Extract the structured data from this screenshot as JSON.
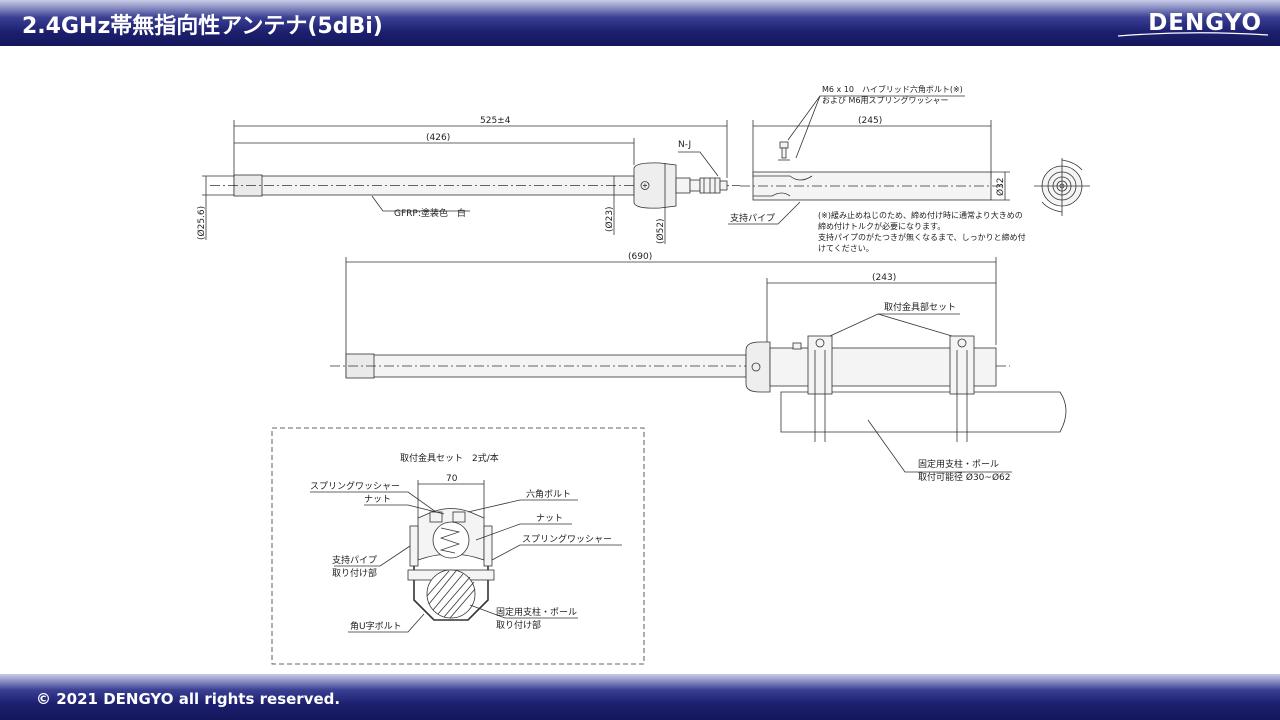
{
  "header": {
    "title": "2.4GHz帯無指向性アンテナ(5dBi)",
    "logo_text": "DENGYO"
  },
  "footer": {
    "copyright": "© 2021  DENGYO all rights reserved."
  },
  "colors": {
    "header_dark": "#14175a",
    "header_light": "#c9cde8",
    "logo_accent": "#f0a020",
    "line": "#333333",
    "part_fill": "#f2f2f2"
  },
  "drawing": {
    "top_view": {
      "overall_length": "525±4",
      "element_length": "(426)",
      "connector": "N-J",
      "material": "GFRP:塗装色　白",
      "dia_tip": "(Ø25.6)",
      "dia_element": "(Ø23)",
      "dia_base": "(Ø52)"
    },
    "pipe_view": {
      "bolt_note_1": "M6 x 10　ハイブリッド六角ボルト(※)",
      "bolt_note_2": "および M6用スプリングワッシャー",
      "pipe_length": "(245)",
      "pipe_dia": "Ø32",
      "support_pipe": "支持パイプ",
      "caution_1": "(※)緩み止めねじのため、締め付け時に通常より大きめの",
      "caution_2": "締め付けトルクが必要になります。",
      "caution_3": "支持パイプのがたつきが無くなるまで、しっかりと締め付",
      "caution_4": "けてください。"
    },
    "assembly_view": {
      "total_length": "(690)",
      "mount_length": "(243)",
      "bracket_set": "取付金具部セット",
      "pole_1": "固定用支柱・ポール",
      "pole_2": "取付可能径 Ø30~Ø62"
    },
    "detail_view": {
      "title": "取付金具セット　2式/本",
      "width": "70",
      "spring_washer_left": "スプリングワッシャー",
      "nut_left": "ナット",
      "hex_bolt": "六角ボルト",
      "nut_right": "ナット",
      "spring_washer_right": "スプリングワッシャー",
      "support_pipe_1": "支持パイプ",
      "support_pipe_2": "取り付け部",
      "pole_1": "固定用支柱・ポール",
      "pole_2": "取り付け部",
      "u_bolt": "角U字ボルト"
    }
  }
}
